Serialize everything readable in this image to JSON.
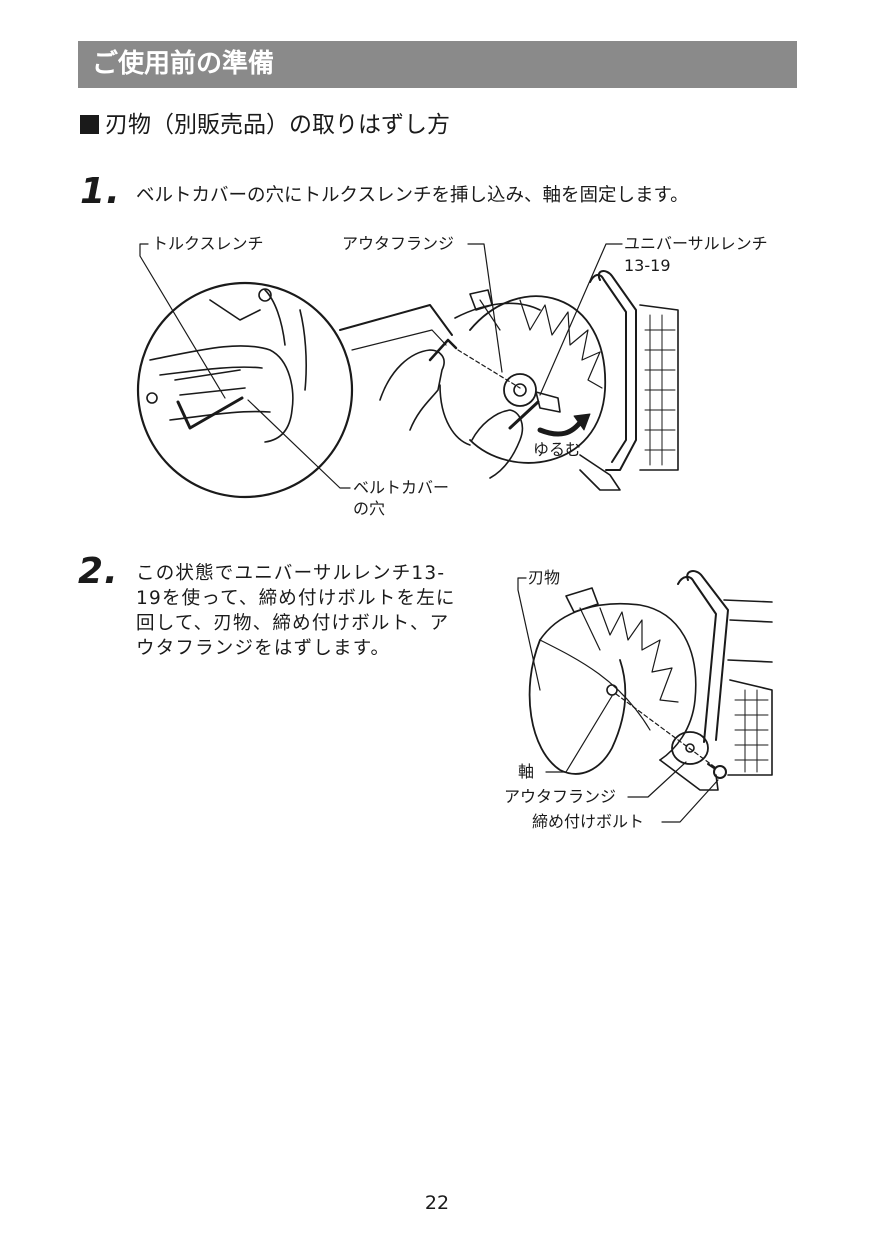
{
  "header": {
    "title": "ご使用前の準備"
  },
  "section": {
    "heading": "刃物（別販売品）の取りはずし方"
  },
  "steps": [
    {
      "number": "1.",
      "text": "ベルトカバーの穴にトルクスレンチを挿し込み、軸を固定します。"
    },
    {
      "number": "2.",
      "text": "この状態でユニバーサルレンチ13-19を使って、締め付けボルトを左に回して、刃物、締め付けボルト、アウタフランジをはずします。"
    }
  ],
  "figure1": {
    "callouts": {
      "torx_wrench": "トルクスレンチ",
      "outer_flange": "アウタフランジ",
      "universal_wrench": "ユニバーサルレンチ",
      "universal_wrench_size": "13-19",
      "loosen": "ゆるむ",
      "belt_cover_hole_1": "ベルトカバー",
      "belt_cover_hole_2": "の穴"
    }
  },
  "figure2": {
    "callouts": {
      "blade": "刃物",
      "shaft": "軸",
      "outer_flange": "アウタフランジ",
      "bolt": "締め付けボルト"
    }
  },
  "footer": {
    "page_number": "22"
  }
}
